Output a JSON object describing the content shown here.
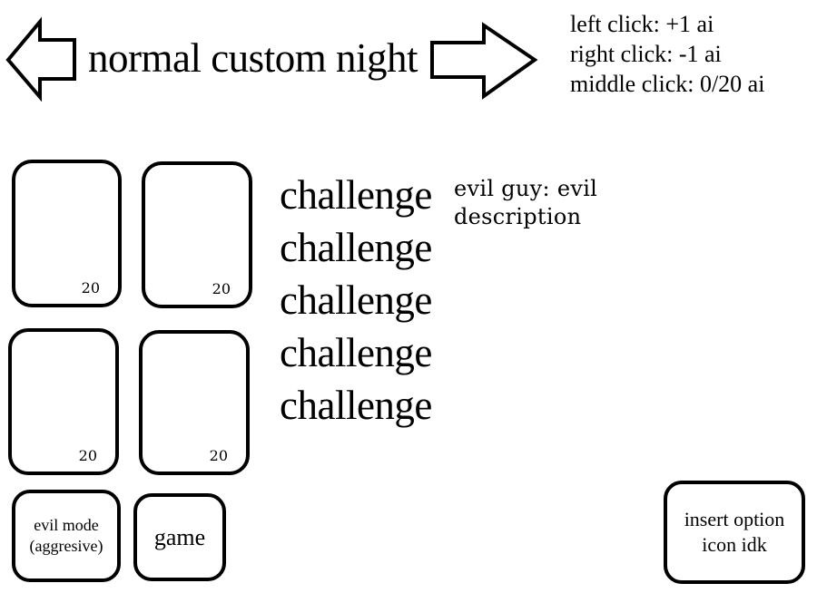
{
  "header": {
    "mode_title": "normal custom night",
    "prev_mode_icon": "arrow-left-icon",
    "next_mode_icon": "arrow-right-icon"
  },
  "controls_help": [
    "left click: +1 ai",
    "right click: -1 ai",
    "middle click: 0/20 ai"
  ],
  "characters": [
    {
      "ai_level": "20"
    },
    {
      "ai_level": "20"
    },
    {
      "ai_level": "20"
    },
    {
      "ai_level": "20"
    }
  ],
  "challenges": [
    "challenge",
    "challenge",
    "challenge",
    "challenge",
    "challenge"
  ],
  "character_description": "evil guy: evil description",
  "buttons": {
    "evil_mode_line1": "evil mode",
    "evil_mode_line2": "(aggresive)",
    "game": "game",
    "option_line1": "insert option",
    "option_line2": "icon idk"
  },
  "colors": {
    "background": "#ffffff",
    "ink": "#000000"
  }
}
